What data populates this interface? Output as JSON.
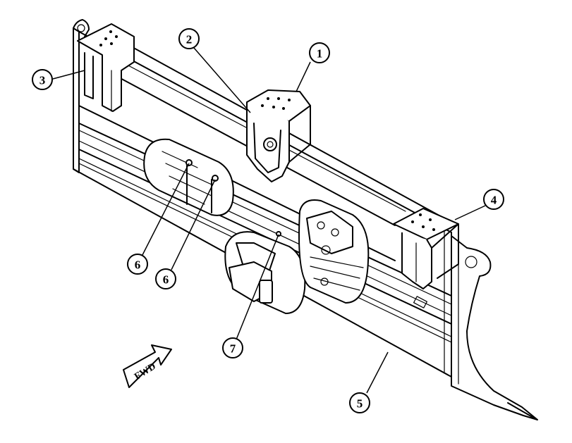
{
  "callouts": [
    {
      "id": "c1",
      "label": "1"
    },
    {
      "id": "c2",
      "label": "2"
    },
    {
      "id": "c3",
      "label": "3"
    },
    {
      "id": "c4",
      "label": "4"
    },
    {
      "id": "c5",
      "label": "5"
    },
    {
      "id": "c6a",
      "label": "6"
    },
    {
      "id": "c6b",
      "label": "6"
    },
    {
      "id": "c7",
      "label": "7"
    }
  ],
  "fwd_label": "FWD"
}
